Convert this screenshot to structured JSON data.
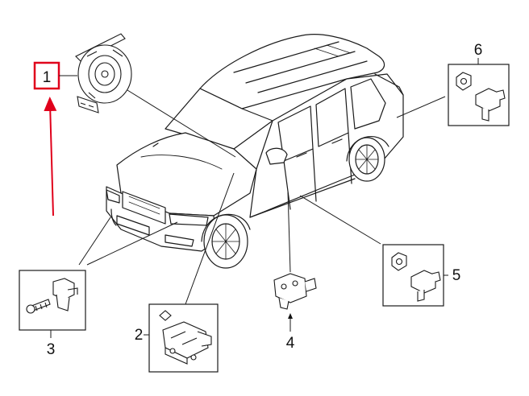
{
  "callouts": {
    "c1": "1",
    "c2": "2",
    "c3": "3",
    "c4": "4",
    "c5": "5",
    "c6": "6"
  },
  "colors": {
    "line": "#1a1a1a",
    "highlight": "#e0001b"
  },
  "highlighted_callout": "1",
  "parts": [
    {
      "callout": "1",
      "item": "clockspring-icon"
    },
    {
      "callout": "2",
      "item": "control-module-icon"
    },
    {
      "callout": "3",
      "item": "impact-sensor-with-bolt-icon"
    },
    {
      "callout": "4",
      "item": "side-impact-sensor-icon"
    },
    {
      "callout": "5",
      "item": "impact-sensor-with-nut-icon"
    },
    {
      "callout": "6",
      "item": "impact-sensor-with-nut-icon"
    }
  ]
}
